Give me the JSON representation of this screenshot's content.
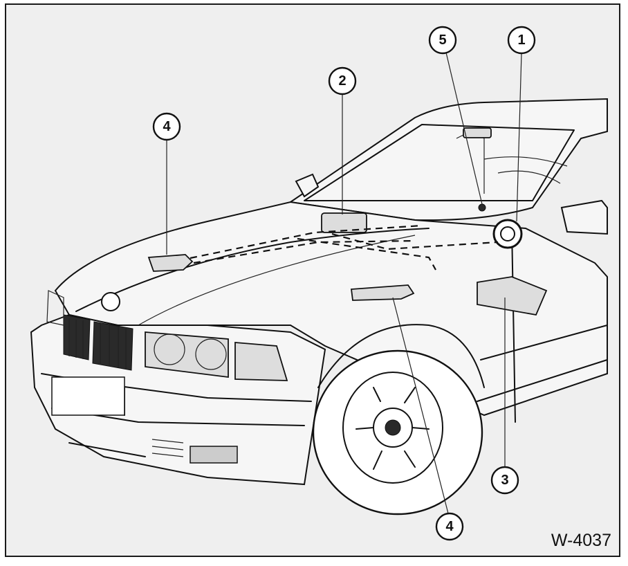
{
  "figure_id": "W-4037",
  "callouts": [
    {
      "label": "1"
    },
    {
      "label": "2"
    },
    {
      "label": "3"
    },
    {
      "label": "4"
    },
    {
      "label": "4"
    },
    {
      "label": "5"
    }
  ]
}
